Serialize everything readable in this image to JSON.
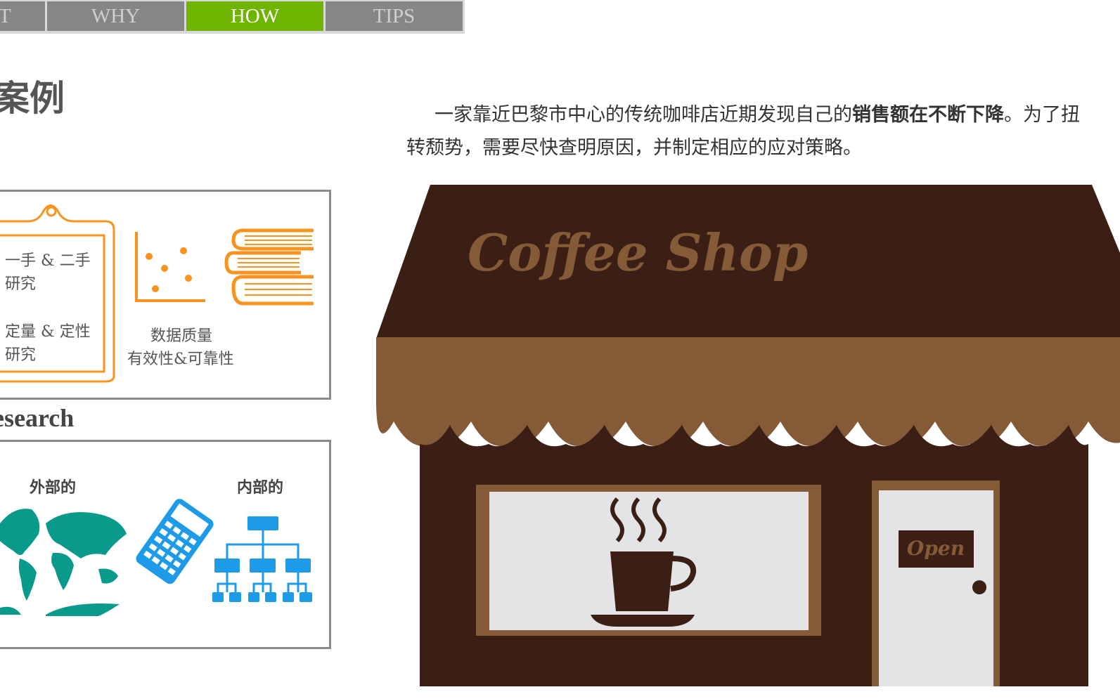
{
  "nav": {
    "tabs": [
      {
        "label": "T",
        "active": false
      },
      {
        "label": "WHY",
        "active": false
      },
      {
        "label": "HOW",
        "active": true
      },
      {
        "label": "TIPS",
        "active": false
      }
    ],
    "active_color": "#6fb400"
  },
  "page_title": "案例",
  "intro": {
    "part1": "一家靠近巴黎市中心的传统咖啡店近期发现自己的",
    "bold": "销售额在不断下降",
    "part2": "。为了扭转颓势，需要尽快查明原因，并制定相应的应对策略。"
  },
  "box1": {
    "clip_line1": "一手 & 二手",
    "clip_line2": "研究",
    "clip_line3": "定量 & 定性",
    "clip_line4": "研究",
    "quality_line1": "数据质量",
    "quality_line2": "有效性&可靠性",
    "icons": [
      "clipboard-icon",
      "scatter-plot-icon",
      "books-icon"
    ],
    "accent": "#f7931e"
  },
  "section_label": "esearch",
  "box2": {
    "external": "外部的",
    "internal": "内部的",
    "icons": [
      "world-map-icon",
      "calculator-icon",
      "org-chart-icon"
    ]
  },
  "shop": {
    "sign": "Coffee Shop",
    "door_sign": "Open"
  }
}
